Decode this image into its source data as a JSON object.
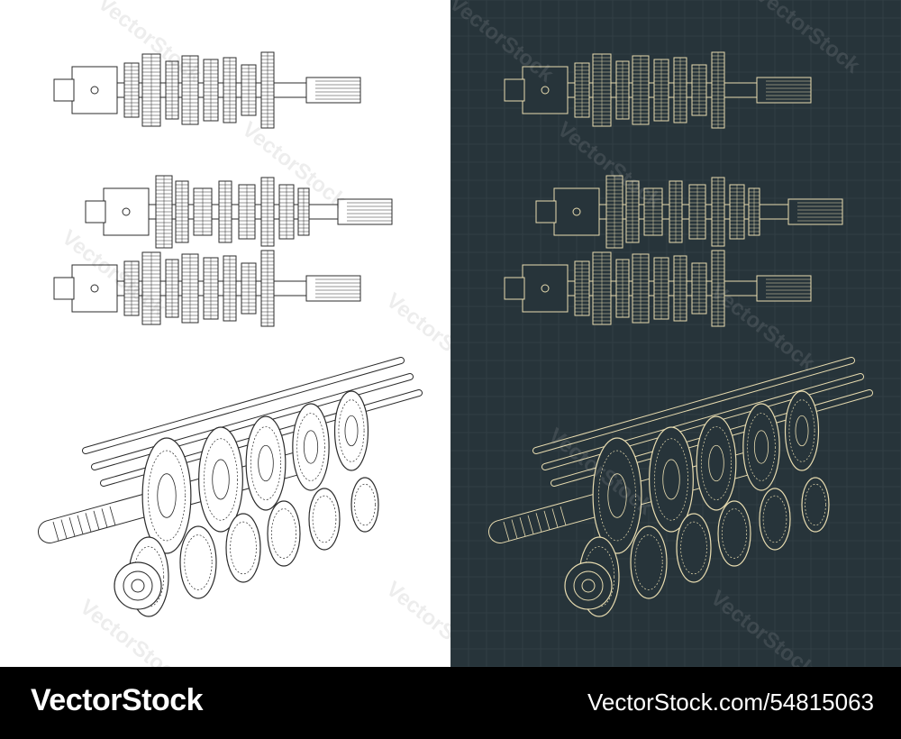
{
  "watermark": {
    "text": "VectorStock"
  },
  "footer": {
    "brand": "VectorStock",
    "image_id": "VectorStock.com/54815063"
  },
  "colors": {
    "light_bg": "#ffffff",
    "light_line": "#2b2b2b",
    "dark_bg": "#27343a",
    "dark_line": "#e8dcb0",
    "footer_bg": "#000000",
    "footer_text": "#ffffff"
  },
  "views": [
    {
      "name": "top-view",
      "desc": "gearbox shaft assembly top view"
    },
    {
      "name": "side-view",
      "desc": "two shafts side view"
    },
    {
      "name": "isometric-view",
      "desc": "gearbox assembly isometric"
    }
  ]
}
